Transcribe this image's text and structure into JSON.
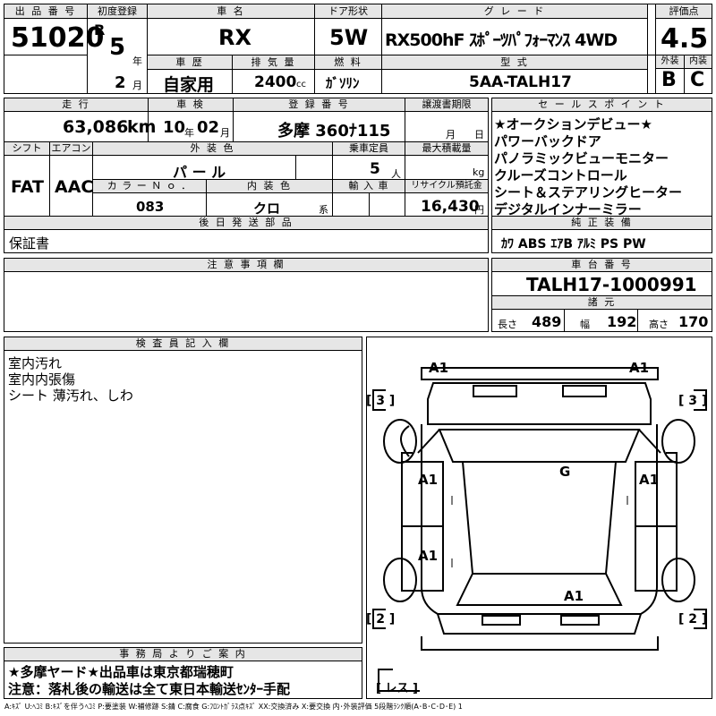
{
  "header": {
    "lot_no_label": "出 品 番 号",
    "lot_no": "51020",
    "first_reg_label": "初度登録",
    "era": "R",
    "year_num": "5",
    "year_unit": "年",
    "month_num": "2",
    "month_unit": "月",
    "car_name_label": "車 名",
    "car_name": "RX",
    "door_label": "ドア形状",
    "door": "5W",
    "grade_label": "グ レ ー ド",
    "grade": "RX500hF ｽﾎﾟｰﾂﾊﾟﾌｫｰﾏﾝｽ 4WD",
    "score_label": "評価点",
    "score": "4.5",
    "history_label": "車 歴",
    "history": "自家用",
    "displacement_label": "排 気 量",
    "displacement": "2400",
    "displacement_unit": "cc",
    "fuel_label": "燃 料",
    "fuel": "ｶﾞｿﾘﾝ",
    "model_code_label": "型 式",
    "model_code": "5AA-TALH17",
    "exterior_label": "外装",
    "exterior": "B",
    "interior_label": "内装",
    "interior": "C"
  },
  "row2": {
    "mileage_label": "走 行",
    "mileage": "63,086",
    "mileage_unit": "km",
    "inspection_label": "車 検",
    "insp_year": "10",
    "insp_year_unit": "年",
    "insp_month": "02",
    "insp_month_unit": "月",
    "plate_label": "登 録 番 号",
    "plate": "多摩 360ﾅ115",
    "transfer_label": "譲渡書期限",
    "transfer_month_unit": "月",
    "transfer_day_unit": "日",
    "shift_label": "シフト",
    "shift": "FAT",
    "ac_label": "エアコン",
    "ac": "AAC",
    "color_label": "外 装 色",
    "color": "パ ー ル",
    "capacity_label": "乗車定員",
    "capacity": "5",
    "capacity_unit": "人",
    "load_label": "最大積載量",
    "load_unit": "kg",
    "color_no_label": "カ ラ ー Ｎ ｏ ．",
    "color_no": "083",
    "int_color_label": "内 装 色",
    "int_color": "クロ",
    "int_color_unit": "系",
    "import_label": "輸 入 車",
    "recycle_label": "リサイクル預託金",
    "recycle": "16,430",
    "recycle_unit": "円",
    "later_parts_label": "後 日 発 送 部 品",
    "later_parts": "保証書"
  },
  "sales_points": {
    "label": "セ ー ル ス ポ イ ン ト",
    "items": [
      "★オークションデビュー★",
      "パワーバックドア",
      "パノラミックビューモニター",
      "クルーズコントロール",
      "シート＆ステアリングヒーター",
      "デジタルインナーミラー"
    ]
  },
  "equipment": {
    "label": "純 正 装 備",
    "items": "ｶﾜ ABS ｴｱB ｱﾙﾐ PS PW"
  },
  "notes": {
    "label": "注 意 事 項 欄"
  },
  "chassis": {
    "label": "車 台 番 号",
    "number": "TALH17-1000991",
    "spec_label": "諸 元",
    "length_label": "長さ",
    "length": "489",
    "width_label": "幅",
    "width": "192",
    "height_label": "高さ",
    "height": "170"
  },
  "inspector": {
    "label": "検 査 員 記 入 欄",
    "lines": [
      "室内汚れ",
      "室内内張傷",
      "シート 薄汚れ、しわ"
    ]
  },
  "office": {
    "label": "事 務 局 よ り ご 案 内",
    "line1": "★多摩ヤード★出品車は東京都瑞穂町",
    "line2": "注意：落札後の輸送は全て東日本輸送ｾﾝﾀｰ手配"
  },
  "diagram": {
    "marks": {
      "front_left": "A1",
      "front_right": "A1",
      "front_door_left": "A1",
      "front_door_right": "A1",
      "rear_door_left": "A1",
      "roof": "G",
      "rear_center": "A1",
      "window_front_left": "[ 3 ]",
      "window_front_right": "[ 3 ]",
      "window_rear_left": "[ 2 ]",
      "window_rear_right": "[ 2 ]",
      "rear_glass": "[ レス ]"
    }
  },
  "legend": "A:ｷｽﾞ U:ﾍｺﾐ B:ｷｽﾞを伴うﾍｺﾐ P:要塗装 W:補修跡 S:錆 C:腐食 G:ﾌﾛﾝﾄｶﾞﾗｽ点ｷｽﾞ XX:交換済み X:要交換  内･外装評価  5段階ﾗﾝｸ順(A･B･C･D･E) 1"
}
